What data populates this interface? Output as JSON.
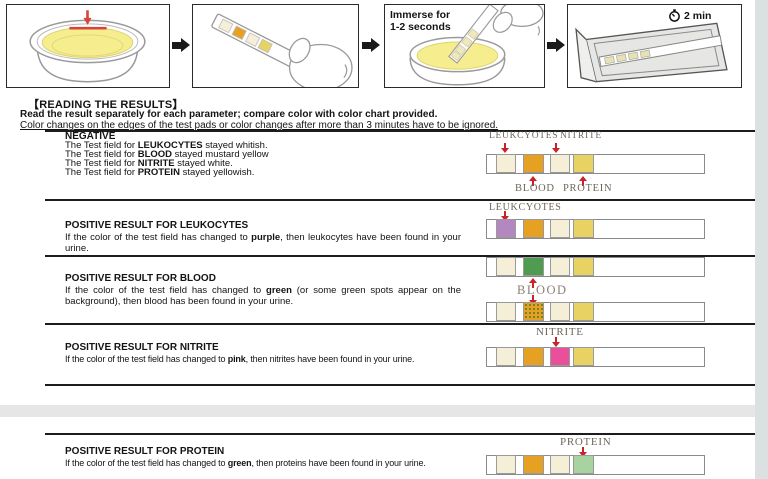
{
  "steps": {
    "immerse_line1": "Immerse for",
    "immerse_line2": "1-2 seconds",
    "timer_caption": "2 min"
  },
  "reading": {
    "heading": "【READING THE RESULTS】",
    "instruction_bold": "Read the result separately for each parameter; compare color with color chart provided.",
    "instruction_underlined": "Color changes on the edges of the test pads or color changes after more than 3 minutes have to be ignored."
  },
  "negative": {
    "title": "NEGATIVE",
    "lines": [
      {
        "pre": "The Test field for ",
        "param": "LEUKOCYTES",
        "post": " stayed whitish."
      },
      {
        "pre": "The Test field for ",
        "param": "BLOOD",
        "post": " stayed mustard yellow"
      },
      {
        "pre": "The Test field for ",
        "param": "NITRITE",
        "post": " stayed white."
      },
      {
        "pre": "The Test field for ",
        "param": "PROTEIN",
        "post": " stayed yellowish."
      }
    ]
  },
  "leukocytes": {
    "title": "POSITIVE RESULT FOR LEUKOCYTES",
    "pre": "If the color of the test field has changed to ",
    "keyword": "purple",
    "post": ", then leukocytes have been found in your urine."
  },
  "blood": {
    "title": "POSITIVE RESULT FOR BLOOD",
    "pre": "If the color of the test field has changed to ",
    "keyword": "green",
    "post": " (or some green spots appear on the background), then blood has been found in your urine."
  },
  "nitrite": {
    "title": "POSITIVE RESULT FOR NITRITE",
    "pre": "If the color of the test field has changed to ",
    "keyword": "pink",
    "post": ", then nitrites have been found in your urine."
  },
  "protein": {
    "title": "POSITIVE RESULT FOR PROTEIN",
    "pre": "If the color of the test field has changed to ",
    "keyword": "green",
    "post": ", then proteins have been found in your urine."
  },
  "strip_labels": {
    "leukocytes": "LEUKCYOTES",
    "nitrite": "NITRITE",
    "blood": "BLOOD",
    "protein": "PROTEIN"
  },
  "icons": {
    "timer": "stopwatch-icon",
    "step_arrow": "black-right-arrow-icon",
    "pointer": "red-arrow-icon"
  },
  "colors": {
    "cream": "#f6efd7",
    "mustard": "#e7a122",
    "yellow": "#e8d264",
    "purple": "#b387bf",
    "green": "#4f9b50",
    "pink": "#ea4f9c",
    "light_green": "#a8d2a0",
    "arrow_red": "#c8232b",
    "label_text": "#6e665c",
    "urine_yellow": "#f6ee8e",
    "pouch_gray": "#e6e6e4"
  }
}
